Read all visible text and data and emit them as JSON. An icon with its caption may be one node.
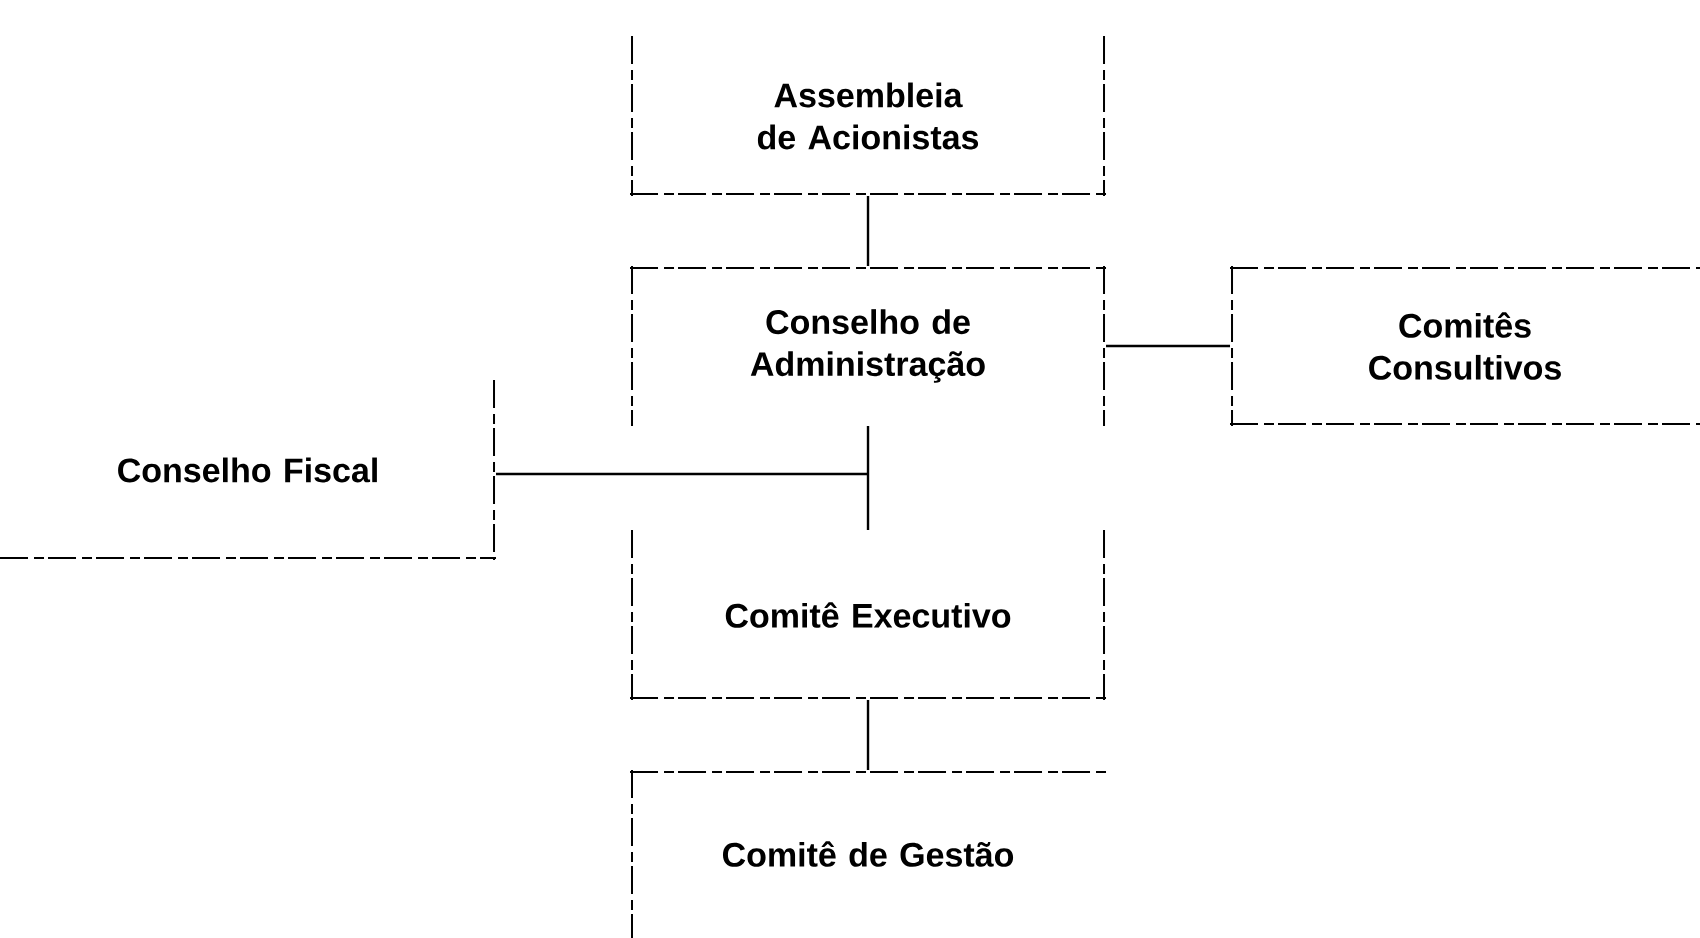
{
  "diagram": {
    "nodes": [
      {
        "text": [
          "Assembleia de Acionistas"
        ]
      },
      {
        "text": [
          "Conselho de Administração"
        ]
      },
      {
        "text": [
          "Comitês Consultivos"
        ]
      },
      {
        "text": [
          "Conselho Fiscal"
        ]
      },
      {
        "text": [
          "Comitê Executivo"
        ]
      },
      {
        "text": [
          "Comitê de Gestão"
        ]
      }
    ],
    "edges": [
      {
        "from": 0,
        "to": 1,
        "arrow": "none"
      },
      {
        "from": 1,
        "to": 2,
        "arrow": "none"
      },
      {
        "from": 3,
        "to": 1,
        "arrow": "none"
      },
      {
        "from": 1,
        "to": 4,
        "arrow": "none"
      },
      {
        "from": 4,
        "to": 5,
        "arrow": "none"
      }
    ]
  }
}
